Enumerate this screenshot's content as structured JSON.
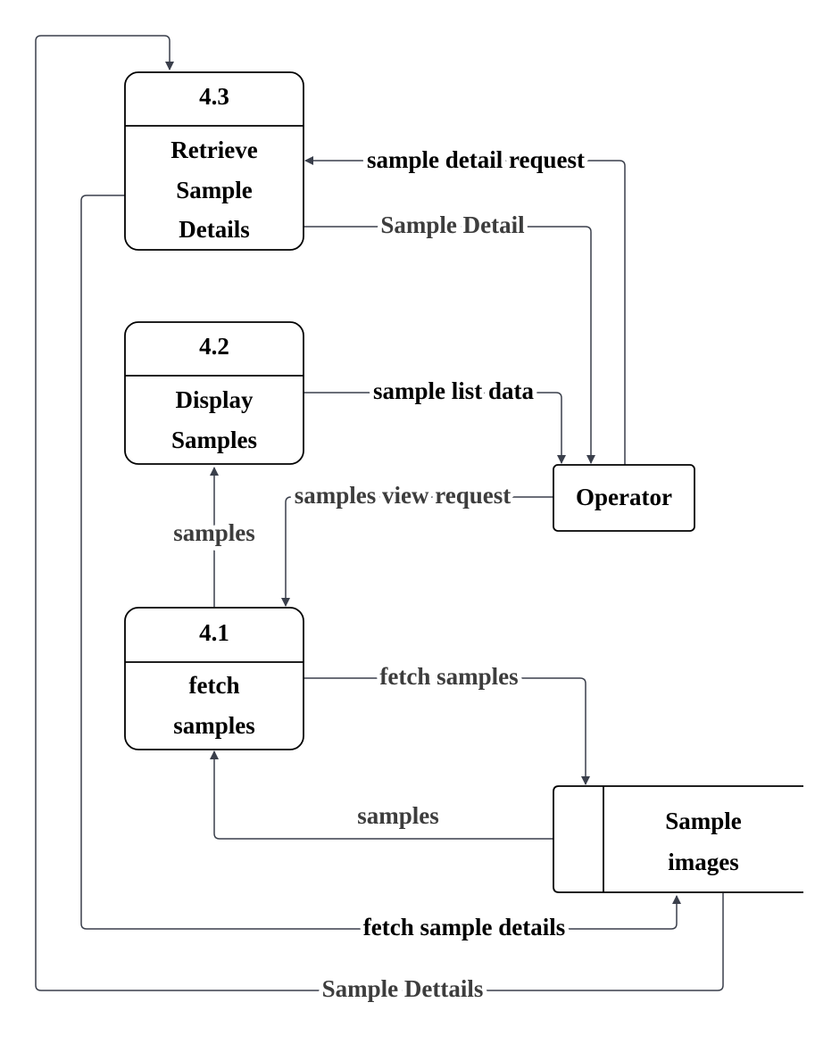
{
  "processes": {
    "p43": {
      "number": "4.3",
      "lines": [
        "Retrieve",
        "Sample",
        "Details"
      ]
    },
    "p42": {
      "number": "4.2",
      "lines": [
        "Display",
        "Samples"
      ]
    },
    "p41": {
      "number": "4.1",
      "lines": [
        "fetch",
        "samples"
      ]
    }
  },
  "entity": {
    "label": "Operator"
  },
  "datastore": {
    "lines": [
      "Sample",
      "images"
    ]
  },
  "flows": {
    "sample_detail_request": "sample detail request",
    "sample_detail": "Sample Detail",
    "sample_list_data": "sample list data",
    "samples_view_request": "samples view request",
    "samples_up": "samples",
    "fetch_samples": "fetch samples",
    "samples_return": "samples",
    "fetch_sample_details": "fetch sample details",
    "sample_dettails": "Sample Dettails"
  },
  "colors": {
    "line": "#3a3f4b",
    "box_stroke": "#000000",
    "text_dark": "#000000",
    "text_gray": "#3d3d3d"
  }
}
